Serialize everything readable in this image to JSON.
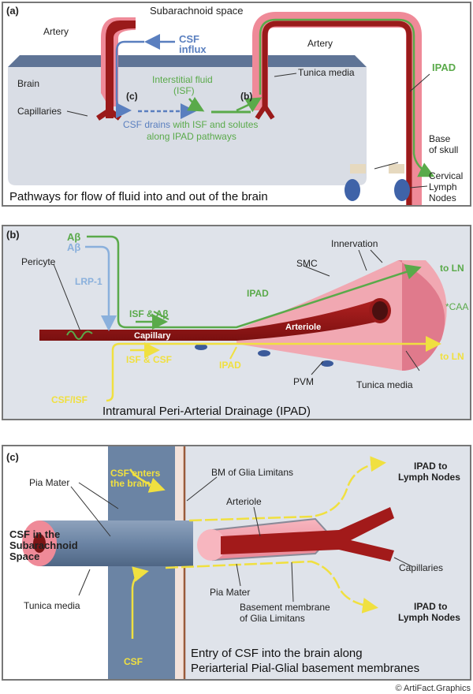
{
  "panel_a": {
    "label": "(a)",
    "subarachnoid_space": "Subarachnoid space",
    "artery_left": "Artery",
    "artery_right": "Artery",
    "csf_influx_1": "CSF",
    "csf_influx_2": "influx",
    "brain": "Brain",
    "capillaries": "Capillaries",
    "isf_1": "Interstitial fluid",
    "isf_2": "(ISF)",
    "marker_c": "(c)",
    "marker_b": "(b)",
    "tunica_media": "Tunica media",
    "ipad": "IPAD",
    "drain_csf": "CSF drains",
    "drain_rest": " with ISF and solutes",
    "drain_2": "along IPAD pathways",
    "base_skull_1": "Base",
    "base_skull_2": "of skull",
    "lymph_1": "Cervical",
    "lymph_2": "Lymph",
    "lymph_3": "Nodes",
    "caption": "Pathways for flow of fluid into and out of the brain"
  },
  "panel_b": {
    "label": "(b)",
    "abeta_green": "Aβ",
    "abeta_blue": "Aβ",
    "pericyte": "Pericyte",
    "lrp1": "LRP-1",
    "isf_abeta": "ISF & Aβ",
    "capillary": "Capillary",
    "ipad_green": "IPAD",
    "smc": "SMC",
    "innervation": "Innervation",
    "to_ln_green": "to LN",
    "caa": "*CAA",
    "arteriole": "Arteriole",
    "isf_csf": "ISF & CSF",
    "ipad_yellow": "IPAD",
    "to_ln_yellow": "to LN",
    "pvm": "PVM",
    "tunica_media": "Tunica media",
    "csf_isf": "CSF/ISF",
    "caption": "Intramural Peri-Arterial Drainage (IPAD)"
  },
  "panel_c": {
    "label": "(c)",
    "pia_mater_top": "Pia Mater",
    "csf_enters_1": "CSF enters",
    "csf_enters_2": "the brain",
    "bm_glia": "BM of Glia Limitans",
    "arteriole": "Arteriole",
    "ipad_top_1": "IPAD to",
    "ipad_top_2": "Lymph Nodes",
    "csf_sub_1": "CSF in the",
    "csf_sub_2": "Subarachnoid",
    "csf_sub_3": "Space",
    "capillaries": "Capillaries",
    "tunica_media": "Tunica media",
    "pia_mater_bottom": "Pia Mater",
    "basement_1": "Basement membrane",
    "basement_2": "of Glia Limitans",
    "ipad_bot_1": "IPAD to",
    "ipad_bot_2": "Lymph Nodes",
    "csf": "CSF",
    "caption_1": "Entry of CSF into the brain along",
    "caption_2": "Periarterial Pial-Glial basement membranes"
  },
  "credit": "© ArtiFact.Graphics",
  "colors": {
    "green": "#5aaa4a",
    "blue": "#5a7fbf",
    "yellow": "#f0e040",
    "artery_dark": "#9a1a1a",
    "artery_pink": "#ef8a98",
    "brain_gray": "#d9dde5",
    "pia_blue": "#6b84a4"
  }
}
